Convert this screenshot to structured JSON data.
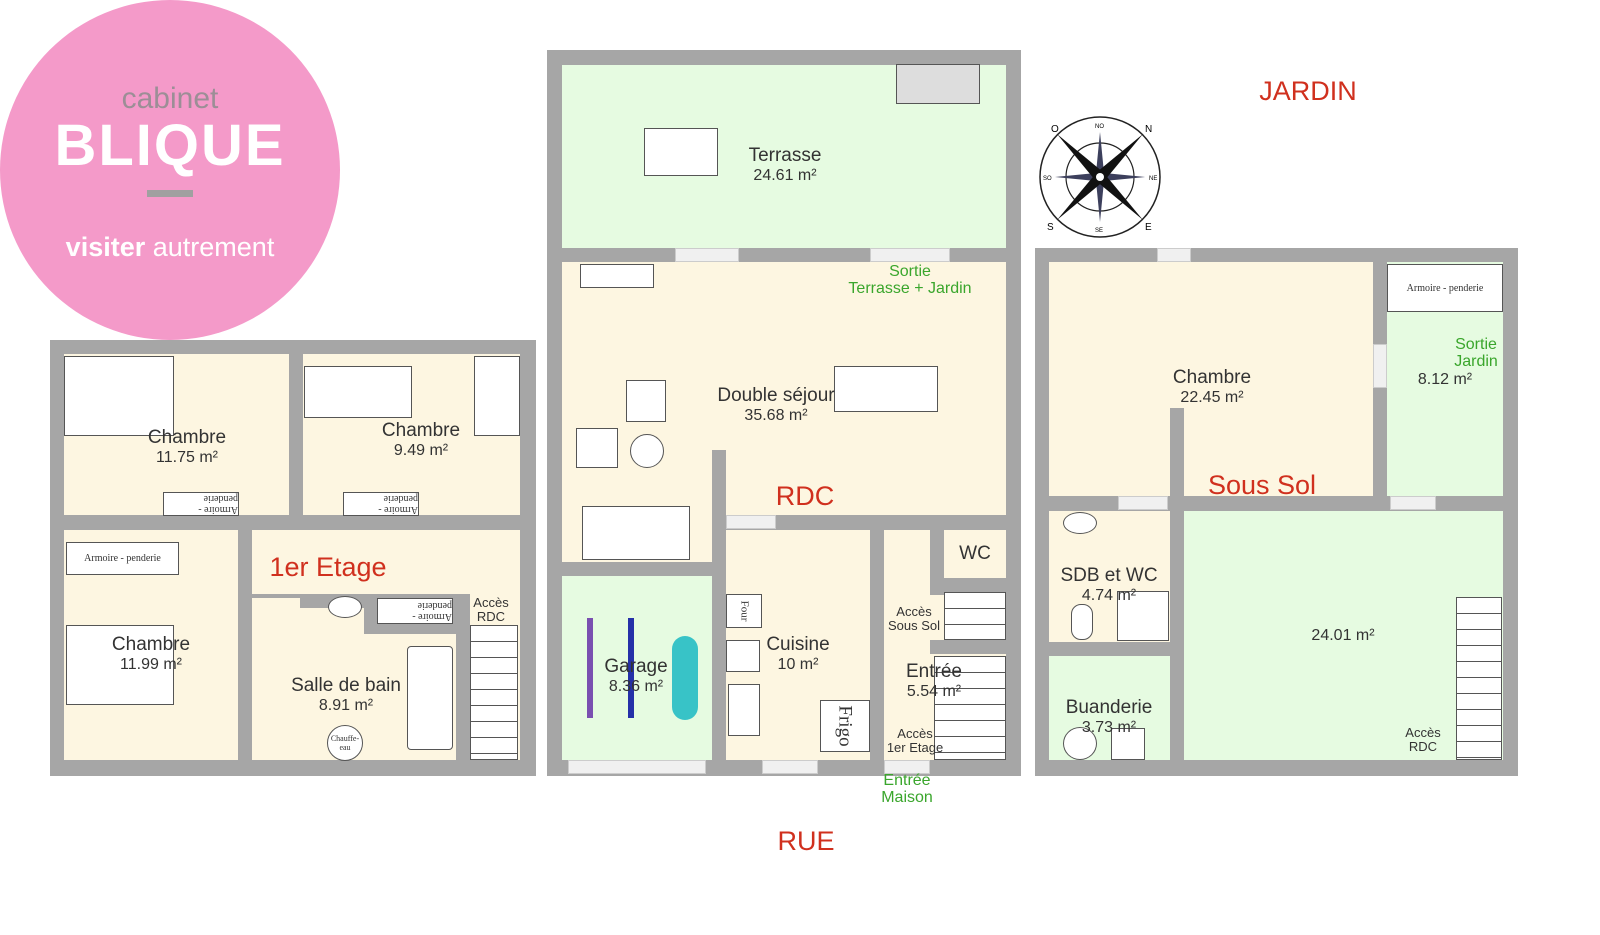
{
  "logo": {
    "top": "cabinet",
    "brand": "BLIQUE",
    "tagline_bold": "visiter",
    "tagline_light": "autrement",
    "bg_color": "#f49ac9"
  },
  "orientation": {
    "jardin": "JARDIN",
    "rue": "RUE"
  },
  "compass": {
    "n": "N",
    "s": "S",
    "e": "E",
    "o": "O",
    "no": "NO",
    "ne": "NE",
    "so": "SO",
    "se": "SE"
  },
  "furniture": {
    "armoire": "Armoire - penderie",
    "four": "Four",
    "frigo": "Frigo",
    "chauffe_eau": "Chauffe-eau"
  },
  "etage1": {
    "title": "1er Etage",
    "rooms": [
      {
        "name": "Chambre",
        "area": "11.75 m²"
      },
      {
        "name": "Chambre",
        "area": "9.49 m²"
      },
      {
        "name": "Chambre",
        "area": "11.99 m²"
      },
      {
        "name": "Salle de bain",
        "area": "8.91 m²"
      }
    ],
    "acces": "Accès RDC"
  },
  "rdc": {
    "title": "RDC",
    "rooms": [
      {
        "name": "Terrasse",
        "area": "24.61 m²"
      },
      {
        "name": "Double séjour",
        "area": "35.68 m²"
      },
      {
        "name": "Garage",
        "area": "8.36 m²"
      },
      {
        "name": "Cuisine",
        "area": "10 m²"
      },
      {
        "name": "Entrée",
        "area": "5.54 m²"
      },
      {
        "name": "WC"
      }
    ],
    "sortie": [
      "Sortie",
      "Terrasse + Jardin"
    ],
    "acces_sous_sol": [
      "Accès",
      "Sous Sol"
    ],
    "acces_etage": [
      "Accès",
      "1er Etage"
    ],
    "entree_maison": [
      "Entrée",
      "Maison"
    ]
  },
  "sous_sol": {
    "title": "Sous Sol",
    "rooms": [
      {
        "name": "Chambre",
        "area": "22.45 m²"
      },
      {
        "name": "",
        "area": "8.12 m²"
      },
      {
        "name": "SDB et WC",
        "area": "4.74 m²"
      },
      {
        "name": "Buanderie",
        "area": "3.73 m²"
      },
      {
        "name": "",
        "area": "24.01 m²"
      }
    ],
    "sortie": [
      "Sortie",
      "Jardin"
    ],
    "acces": [
      "Accès",
      "RDC"
    ]
  }
}
